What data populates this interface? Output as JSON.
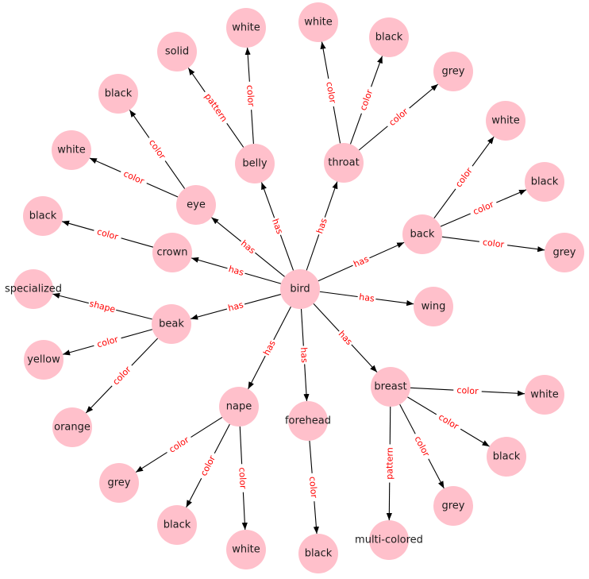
{
  "colors": {
    "node_fill": "#ffc0cb",
    "edge_stroke": "#000000",
    "edge_label": "#ff0000",
    "node_text": "#1a1a1a",
    "background": "#ffffff"
  },
  "nodes": [
    {
      "id": "bird",
      "label": "bird"
    },
    {
      "id": "belly",
      "label": "belly"
    },
    {
      "id": "throat",
      "label": "throat"
    },
    {
      "id": "eye",
      "label": "eye"
    },
    {
      "id": "crown",
      "label": "crown"
    },
    {
      "id": "beak",
      "label": "beak"
    },
    {
      "id": "back",
      "label": "back"
    },
    {
      "id": "wing",
      "label": "wing"
    },
    {
      "id": "breast",
      "label": "breast"
    },
    {
      "id": "nape",
      "label": "nape"
    },
    {
      "id": "forehead",
      "label": "forehead"
    },
    {
      "id": "belly_solid",
      "label": "solid"
    },
    {
      "id": "belly_white",
      "label": "white"
    },
    {
      "id": "throat_white",
      "label": "white"
    },
    {
      "id": "throat_black",
      "label": "black"
    },
    {
      "id": "throat_grey",
      "label": "grey"
    },
    {
      "id": "eye_black",
      "label": "black"
    },
    {
      "id": "eye_white",
      "label": "white"
    },
    {
      "id": "crown_black",
      "label": "black"
    },
    {
      "id": "beak_specialized",
      "label": "specialized"
    },
    {
      "id": "beak_yellow",
      "label": "yellow"
    },
    {
      "id": "beak_orange",
      "label": "orange"
    },
    {
      "id": "back_white",
      "label": "white"
    },
    {
      "id": "back_black",
      "label": "black"
    },
    {
      "id": "back_grey",
      "label": "grey"
    },
    {
      "id": "breast_white",
      "label": "white"
    },
    {
      "id": "breast_black",
      "label": "black"
    },
    {
      "id": "breast_grey",
      "label": "grey"
    },
    {
      "id": "breast_multicolored",
      "label": "multi-colored"
    },
    {
      "id": "nape_grey",
      "label": "grey"
    },
    {
      "id": "nape_black",
      "label": "black"
    },
    {
      "id": "nape_white",
      "label": "white"
    },
    {
      "id": "forehead_black",
      "label": "black"
    }
  ],
  "edges": [
    {
      "source": "bird",
      "target": "belly",
      "label": "has"
    },
    {
      "source": "bird",
      "target": "throat",
      "label": "has"
    },
    {
      "source": "bird",
      "target": "eye",
      "label": "has"
    },
    {
      "source": "bird",
      "target": "crown",
      "label": "has"
    },
    {
      "source": "bird",
      "target": "beak",
      "label": "has"
    },
    {
      "source": "bird",
      "target": "back",
      "label": "has"
    },
    {
      "source": "bird",
      "target": "wing",
      "label": "has"
    },
    {
      "source": "bird",
      "target": "breast",
      "label": "has"
    },
    {
      "source": "bird",
      "target": "nape",
      "label": "has"
    },
    {
      "source": "bird",
      "target": "forehead",
      "label": "has"
    },
    {
      "source": "belly",
      "target": "belly_solid",
      "label": "pattern"
    },
    {
      "source": "belly",
      "target": "belly_white",
      "label": "color"
    },
    {
      "source": "throat",
      "target": "throat_white",
      "label": "color"
    },
    {
      "source": "throat",
      "target": "throat_black",
      "label": "color"
    },
    {
      "source": "throat",
      "target": "throat_grey",
      "label": "color"
    },
    {
      "source": "eye",
      "target": "eye_black",
      "label": "color"
    },
    {
      "source": "eye",
      "target": "eye_white",
      "label": "color"
    },
    {
      "source": "crown",
      "target": "crown_black",
      "label": "color"
    },
    {
      "source": "beak",
      "target": "beak_specialized",
      "label": "shape"
    },
    {
      "source": "beak",
      "target": "beak_yellow",
      "label": "color"
    },
    {
      "source": "beak",
      "target": "beak_orange",
      "label": "color"
    },
    {
      "source": "back",
      "target": "back_white",
      "label": "color"
    },
    {
      "source": "back",
      "target": "back_black",
      "label": "color"
    },
    {
      "source": "back",
      "target": "back_grey",
      "label": "color"
    },
    {
      "source": "breast",
      "target": "breast_white",
      "label": "color"
    },
    {
      "source": "breast",
      "target": "breast_black",
      "label": "color"
    },
    {
      "source": "breast",
      "target": "breast_grey",
      "label": "color"
    },
    {
      "source": "breast",
      "target": "breast_multicolored",
      "label": "pattern"
    },
    {
      "source": "nape",
      "target": "nape_grey",
      "label": "color"
    },
    {
      "source": "nape",
      "target": "nape_black",
      "label": "color"
    },
    {
      "source": "nape",
      "target": "nape_white",
      "label": "color"
    },
    {
      "source": "forehead",
      "target": "forehead_black",
      "label": "color"
    }
  ]
}
